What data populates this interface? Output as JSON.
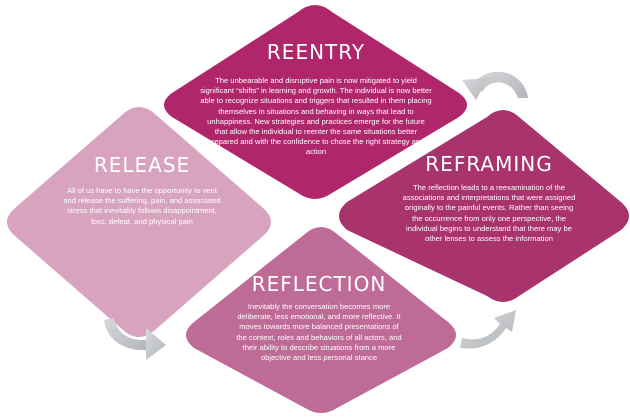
{
  "colors": {
    "reentry": "#b0266b",
    "release": "#d7a3bf",
    "reframing": "#a8336d",
    "reflection": "#be6c97",
    "arrow": "#c4c6c8"
  },
  "panels": {
    "reentry": {
      "title": "REENTRY",
      "body": "The unbearable and disruptive pain is now mitigated to yield significant “shifts” in learning and growth. The individual is now better able to recognize situations and triggers that resulted in them placing themselves in situations and behaving in ways that lead to unhappiness. New strategies and practices emerge for the future that allow the individual to reenter the same situations better prepared and with the confidence to chose the right strategy and action"
    },
    "release": {
      "title": "RELEASE",
      "body": "All of us have to have the opportunity to vent and release the suffering, pain, and associated stress that inevitably follows disappointment, loss, defeat, and physical pain"
    },
    "reframing": {
      "title": "REFRAMING",
      "body": "The reflection leads to a reexamination of the associations and interpretations that were assigned originally to the painful events. Rather than seeing the occurrence from only one perspective, the individual begins to understand that there may be other lenses to assess the information"
    },
    "reflection": {
      "title": "REFLECTION",
      "body": "Inevitably the conversation becomes more deliberate, less emotional, and more reflective. It moves towards more balanced presentations of the context, roles and behaviors of all actors, and their ability to describe situations from a more objective and less personal stance"
    }
  }
}
